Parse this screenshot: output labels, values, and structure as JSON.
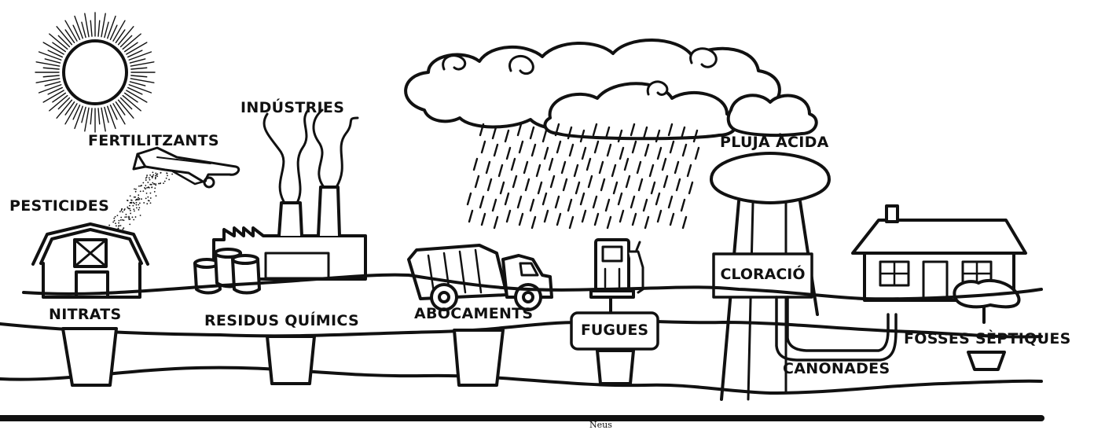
{
  "labels": {
    "fertilitzants": "FERTILITZANTS",
    "industries": "INDÚSTRIES",
    "pesticides": "PESTICIDES",
    "pluja_acida": "PLUJA ÀCIDA",
    "cloracio": "CLORACIÓ",
    "nitrats": "NITRATS",
    "residus_quimics": "RESIDUS QUÍMICS",
    "abocaments": "ABOCAMENTS",
    "fugues": "FUGUES",
    "fosses_septiques": "FOSSES SÈPTIQUES",
    "canonades": "CANONADES"
  },
  "signature": "Neus",
  "colors": {
    "ink": "#111111",
    "paper": "#ffffff"
  }
}
